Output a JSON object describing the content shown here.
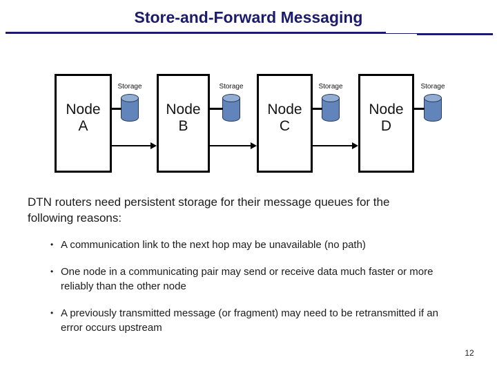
{
  "slide": {
    "title": "Store-and-Forward Messaging",
    "page_number": "12"
  },
  "diagram": {
    "nodes": [
      {
        "line1": "Node",
        "line2": "A",
        "storage_label": "Storage"
      },
      {
        "line1": "Node",
        "line2": "B",
        "storage_label": "Storage"
      },
      {
        "line1": "Node",
        "line2": "C",
        "storage_label": "Storage"
      },
      {
        "line1": "Node",
        "line2": "D",
        "storage_label": "Storage"
      }
    ],
    "arrows": [
      {
        "from": "Node A",
        "to": "Node B"
      },
      {
        "from": "Node B",
        "to": "Node C"
      },
      {
        "from": "Node C",
        "to": "Node D"
      }
    ]
  },
  "content": {
    "intro_line1": "DTN routers need persistent storage for their message queues for the",
    "intro_line2": "following reasons:",
    "bullet_char": "•",
    "bullets": [
      {
        "line1": "A communication link to the next hop may be unavailable (no path)",
        "line2": ""
      },
      {
        "line1": "One node in a communicating pair may send or receive data much faster or more",
        "line2": "reliably than the other node"
      },
      {
        "line1": "A previously transmitted message (or fragment) may need to be retransmitted if an",
        "line2": "error occurs upstream"
      }
    ]
  },
  "colors": {
    "title_navy": "#1b1b6e",
    "rule_navy": "#1b1b6e",
    "cylinder_body": "#6185bb",
    "cylinder_top": "#93add2",
    "cylinder_stroke": "#243b5c",
    "body_text": "#1b1b1b"
  }
}
